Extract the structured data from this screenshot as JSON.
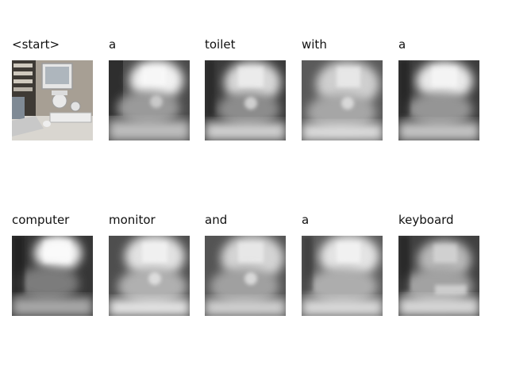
{
  "frames": [
    {
      "word": "<start>",
      "kind": "original",
      "focus": "monitor"
    },
    {
      "word": "a",
      "kind": "attention",
      "focus": "monitor"
    },
    {
      "word": "toilet",
      "kind": "attention",
      "focus": "monitor"
    },
    {
      "word": "with",
      "kind": "attention",
      "focus": "monitor"
    },
    {
      "word": "a",
      "kind": "attention",
      "focus": "monitor"
    },
    {
      "word": "computer",
      "kind": "attention",
      "focus": "monitor"
    },
    {
      "word": "monitor",
      "kind": "attention",
      "focus": "monitor"
    },
    {
      "word": "and",
      "kind": "attention",
      "focus": "monitor"
    },
    {
      "word": "a",
      "kind": "attention",
      "focus": "monitor"
    },
    {
      "word": "keyboard",
      "kind": "attention",
      "focus": "keyboard"
    }
  ]
}
